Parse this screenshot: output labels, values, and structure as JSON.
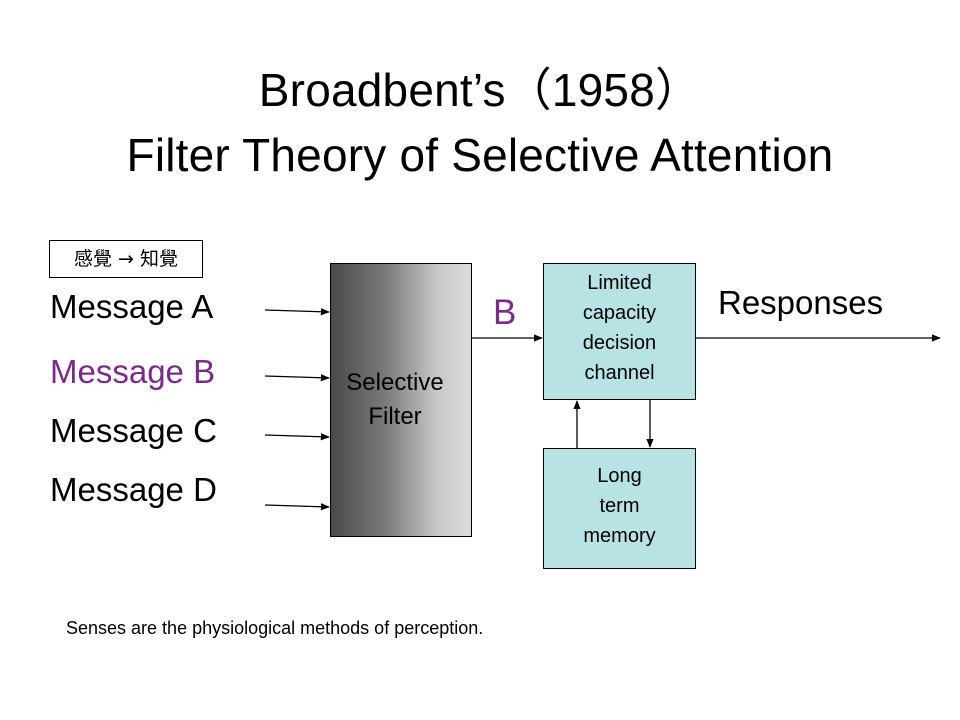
{
  "title": {
    "line1": "Broadbent’s（1958）",
    "line2": "Filter Theory of Selective Attention"
  },
  "tag": {
    "text": "感覺 → 知覺"
  },
  "messages": [
    "Message A",
    "Message B",
    "Message C",
    "Message D"
  ],
  "filter": {
    "line1": "Selective",
    "line2": "Filter"
  },
  "channel_label": "B",
  "decision": {
    "lines": [
      "Limited",
      "capacity",
      "decision",
      "channel"
    ]
  },
  "memory": {
    "lines": [
      "Long",
      "term",
      "memory"
    ]
  },
  "responses": "Responses",
  "footnote": "Senses are the physiological methods of perception.",
  "colors": {
    "highlight": "#7a2a87",
    "box_fill": "#b7e3e4",
    "filter_dark": "#4a4a4a",
    "filter_light": "#dcdcdc"
  }
}
